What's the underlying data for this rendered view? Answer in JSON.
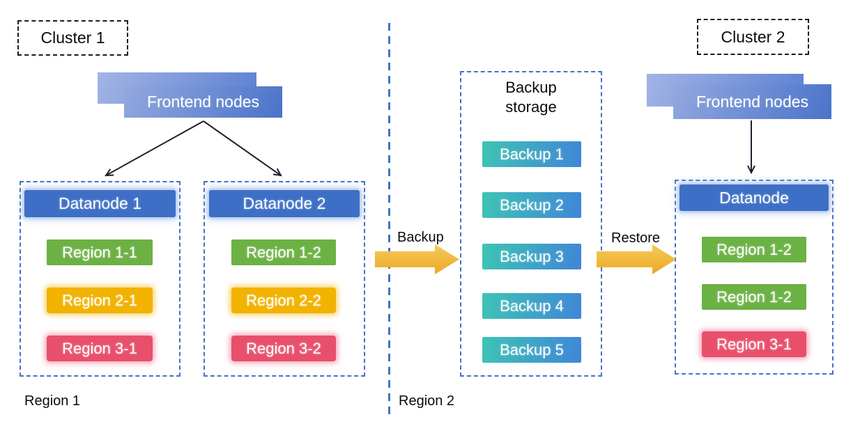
{
  "labels": {
    "cluster1": "Cluster 1",
    "cluster2": "Cluster 2",
    "frontend": "Frontend nodes",
    "backup_arrow": "Backup",
    "restore_arrow": "Restore",
    "region1_zone": "Region 1",
    "region2_zone": "Region 2"
  },
  "cluster1": {
    "datanode1": {
      "title": "Datanode 1",
      "regions": [
        {
          "label": "Region 1-1",
          "color": "green"
        },
        {
          "label": "Region 2-1",
          "color": "yellow"
        },
        {
          "label": "Region 3-1",
          "color": "red"
        }
      ]
    },
    "datanode2": {
      "title": "Datanode 2",
      "regions": [
        {
          "label": "Region 1-2",
          "color": "green"
        },
        {
          "label": "Region 2-2",
          "color": "yellow"
        },
        {
          "label": "Region 3-2",
          "color": "red"
        }
      ]
    }
  },
  "backup_storage": {
    "title": "Backup\nstorage",
    "items": [
      "Backup 1",
      "Backup 2",
      "Backup 3",
      "Backup 4",
      "Backup 5"
    ]
  },
  "cluster2": {
    "datanode": {
      "title": "Datanode",
      "regions": [
        {
          "label": "Region 1-2",
          "color": "green"
        },
        {
          "label": "Region 1-2",
          "color": "green"
        },
        {
          "label": "Region 3-1",
          "color": "red"
        }
      ]
    }
  },
  "colors": {
    "container_border": "#4273c8",
    "datanode_header_blue": "#3d6fc6",
    "frontend_gradient_start": "#93a8de",
    "frontend_gradient_end": "#4a73c9",
    "region_green": "#6cb144",
    "region_yellow": "#f2b200",
    "region_red": "#e84f6b",
    "backup_gradient_start": "#3ec4b4",
    "backup_gradient_end": "#3f86d8",
    "flow_arrow_gold": "#f2bb3d",
    "connector_black": "#1e2230"
  }
}
